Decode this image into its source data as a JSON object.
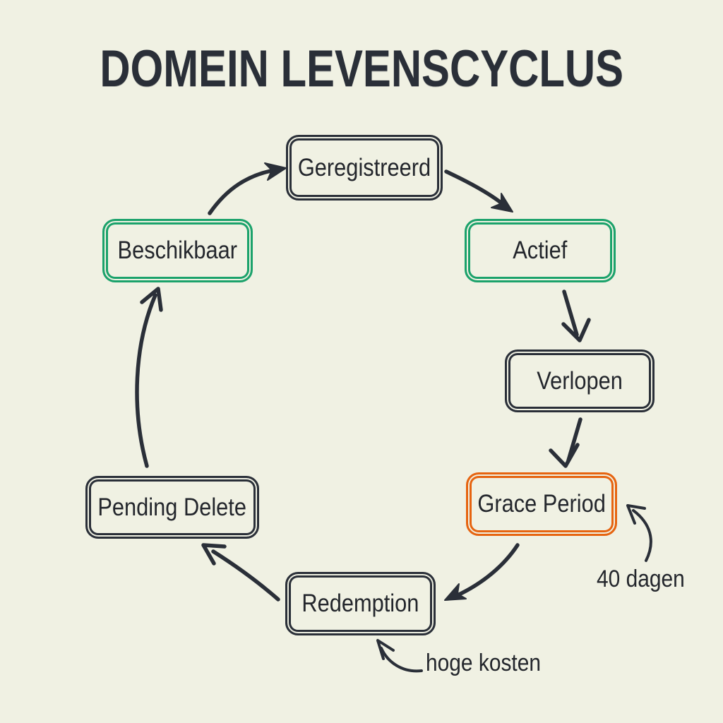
{
  "title": "DOMEIN LEVENSCYCLUS",
  "colors": {
    "background": "#f0f1e3",
    "ink": "#2a2f38",
    "green": "#1ba26b",
    "orange": "#e66410",
    "text": "#23262c"
  },
  "nodes": [
    {
      "id": "geregistreerd",
      "label": "Geregistreerd",
      "color": "dark"
    },
    {
      "id": "actief",
      "label": "Actief",
      "color": "green"
    },
    {
      "id": "verlopen",
      "label": "Verlopen",
      "color": "dark"
    },
    {
      "id": "grace-period",
      "label": "Grace Period",
      "color": "orange"
    },
    {
      "id": "redemption",
      "label": "Redemption",
      "color": "dark"
    },
    {
      "id": "pending-delete",
      "label": "Pending Delete",
      "color": "dark"
    },
    {
      "id": "beschikbaar",
      "label": "Beschikbaar",
      "color": "green"
    }
  ],
  "edges": [
    {
      "from": "Beschikbaar",
      "to": "Geregistreerd"
    },
    {
      "from": "Geregistreerd",
      "to": "Actief"
    },
    {
      "from": "Actief",
      "to": "Verlopen"
    },
    {
      "from": "Verlopen",
      "to": "Grace Period"
    },
    {
      "from": "Grace Period",
      "to": "Redemption"
    },
    {
      "from": "Redemption",
      "to": "Pending Delete"
    },
    {
      "from": "Pending Delete",
      "to": "Beschikbaar"
    }
  ],
  "annotations": [
    {
      "id": "40-dagen",
      "label": "40 dagen",
      "target": "Grace Period"
    },
    {
      "id": "hoge-kosten",
      "label": "hoge kosten",
      "target": "Redemption"
    }
  ]
}
